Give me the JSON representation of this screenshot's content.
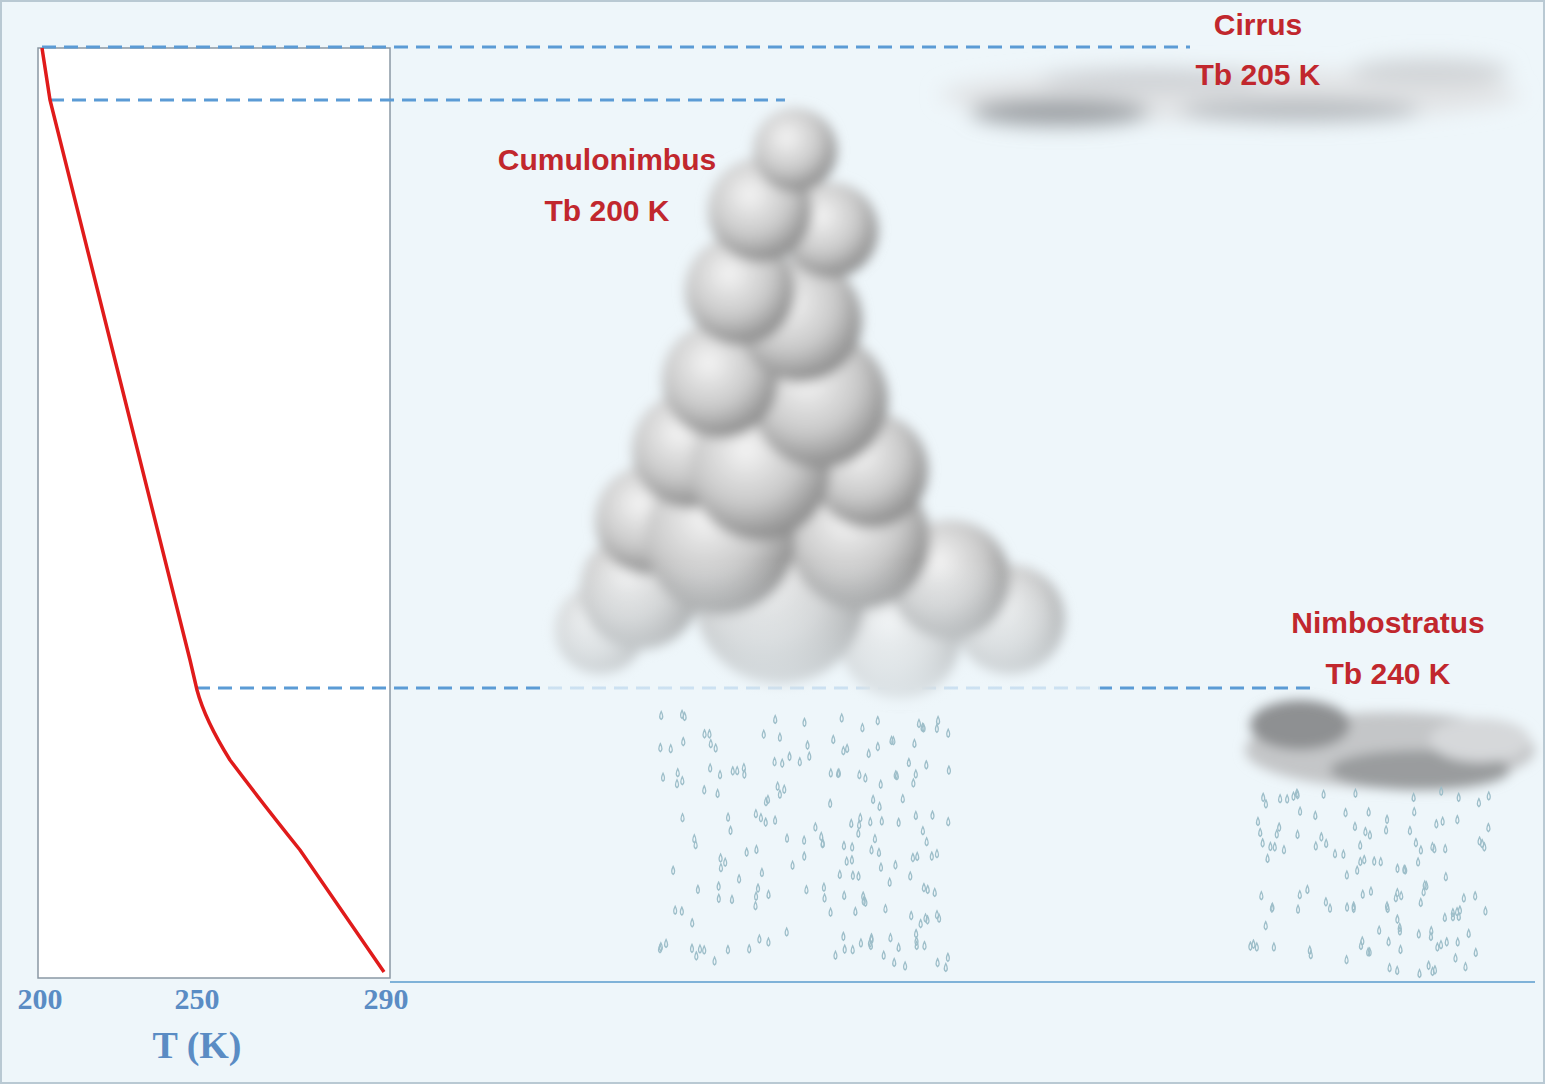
{
  "diagram": {
    "labels": [
      "Cirrus",
      "Tb 205 K",
      "Cumulonimbus",
      "Tb 200 K",
      "Nimbostratus",
      "Tb 240 K",
      "200",
      "250",
      "290",
      "T (K)"
    ]
  }
}
